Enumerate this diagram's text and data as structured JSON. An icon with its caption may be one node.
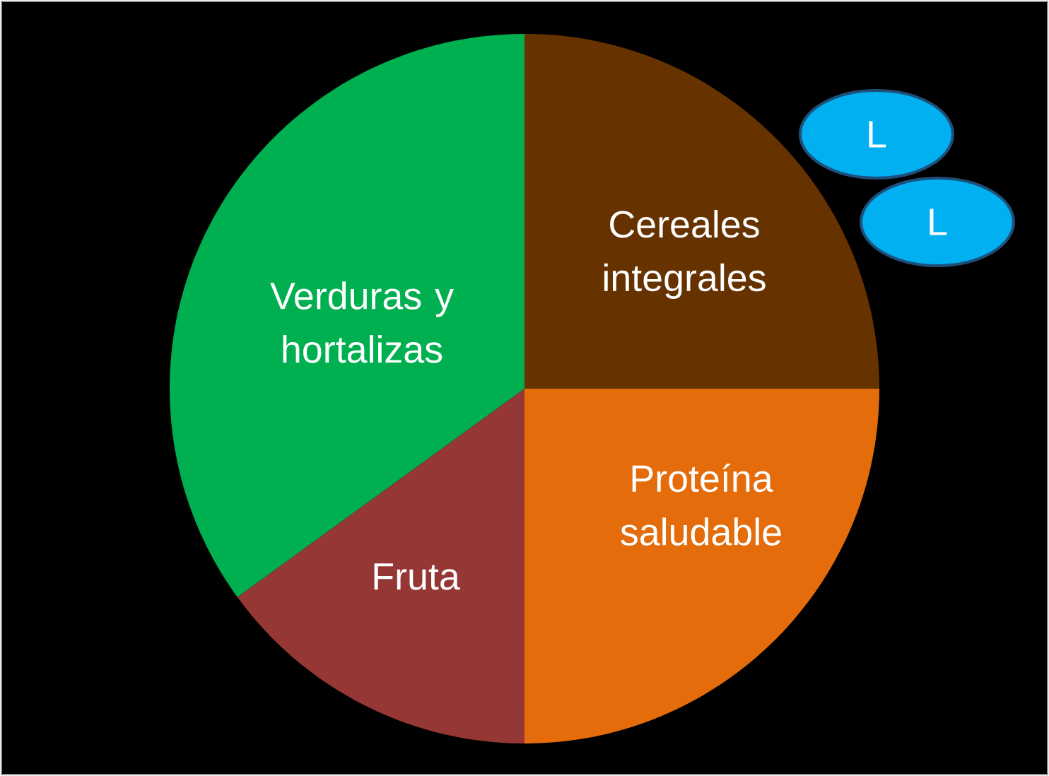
{
  "diagram": {
    "nodes": [
      {
        "text": [
          "Verduras y hortalizas"
        ]
      },
      {
        "text": [
          "Cereales integrales"
        ]
      },
      {
        "text": [
          "L"
        ]
      },
      {
        "text": [
          "L"
        ]
      },
      {
        "text": [
          "Proteína saludable"
        ]
      },
      {
        "text": [
          "Fruta"
        ]
      }
    ]
  }
}
